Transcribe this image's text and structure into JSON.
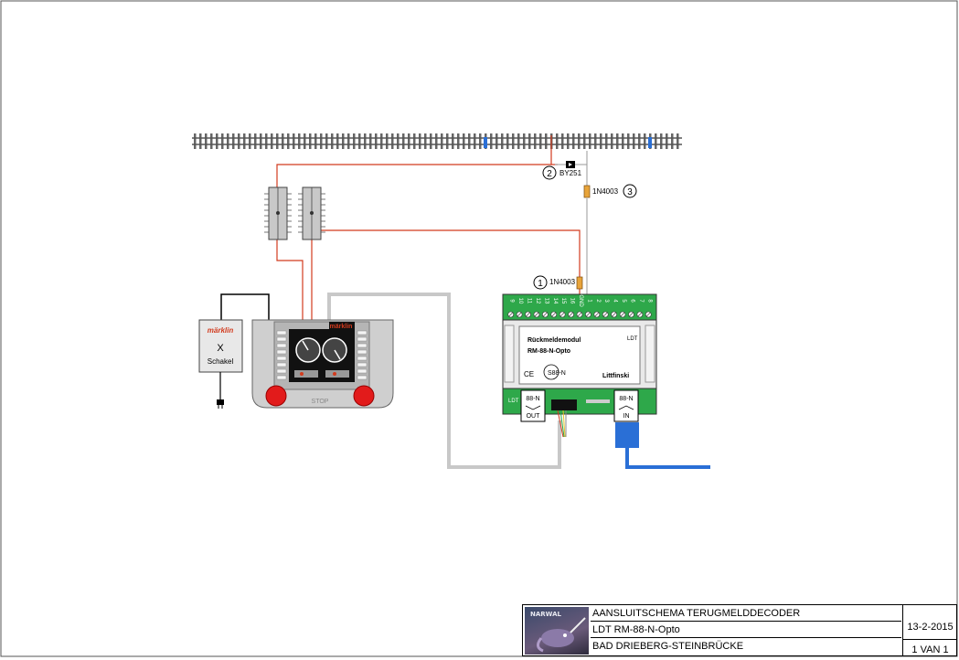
{
  "diagram": {
    "labels": {
      "bypass_diode": "BY251",
      "diode1": "1N4003",
      "diode3": "1N4003",
      "marker1": "1",
      "marker2": "2",
      "marker3": "3",
      "switch_brand": "märklin",
      "switch_symbol": "X",
      "switch_name": "Schakel",
      "controller_brand": "märklin",
      "controller_stop": "STOP",
      "module_title": "Rückmeldemodul",
      "module_model": "RM-88-N-Opto",
      "module_bus": "S88-N",
      "module_maker": "Littfinski",
      "module_ce": "CE",
      "module_ldt": "LDT",
      "port_out_top": "88-N",
      "port_out_bottom": "OUT",
      "port_in_top": "88-N",
      "port_in_bottom": "IN",
      "terminals_left": [
        "9",
        "10",
        "11",
        "12",
        "13",
        "14",
        "15",
        "16",
        "GND"
      ],
      "terminals_right": [
        "1",
        "2",
        "3",
        "4",
        "5",
        "6",
        "7",
        "8"
      ]
    },
    "colors": {
      "wire_red": "#d23b1e",
      "wire_gray": "#c8c8c8",
      "wire_blue": "#2a6fd6",
      "module_green": "#2ea84a",
      "controller_red": "#e21b1b"
    }
  },
  "titleblock": {
    "logo_text": "NARWAL",
    "title": "AANSLUITSCHEMA TERUGMELDDECODER",
    "subtitle": "LDT  RM-88-N-Opto",
    "location": "BAD DRIEBERG-STEINBRÜCKE",
    "date": "13-2-2015",
    "sheet": "1 VAN 1"
  }
}
